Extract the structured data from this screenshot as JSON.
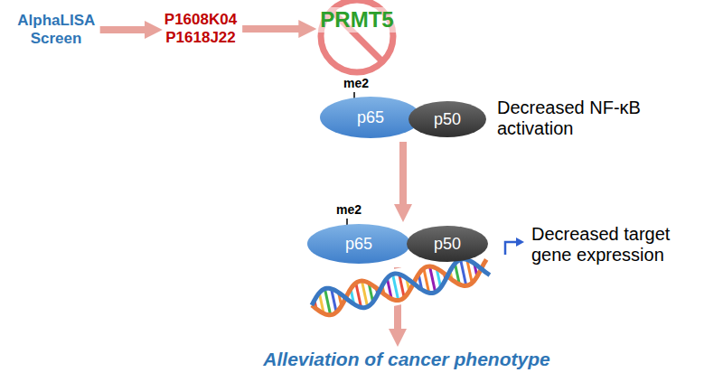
{
  "diagram": {
    "nodes": [
      {
        "text": [
          "AlphaLISA Screen"
        ]
      },
      {
        "text": [
          "P1608K04 P1618J22"
        ]
      },
      {
        "text": [
          "PRMT5"
        ]
      },
      {
        "text": [
          "p65"
        ]
      },
      {
        "text": [
          "p50"
        ]
      },
      {
        "text": [
          "p65"
        ]
      },
      {
        "text": [
          "p50"
        ]
      },
      {
        "text": [
          "Alleviation of cancer phenotype"
        ]
      }
    ],
    "edges": [
      {
        "from": 0,
        "to": 1,
        "arrow": "to"
      },
      {
        "from": 1,
        "to": 2,
        "arrow": "to"
      },
      {
        "from": 3,
        "to": 5,
        "arrow": "to"
      },
      {
        "from": 5,
        "to": 7,
        "arrow": "to"
      }
    ],
    "labels": [
      "me2",
      "Decreased NF-κB activation",
      "me2",
      "Decreased target gene expression"
    ]
  }
}
